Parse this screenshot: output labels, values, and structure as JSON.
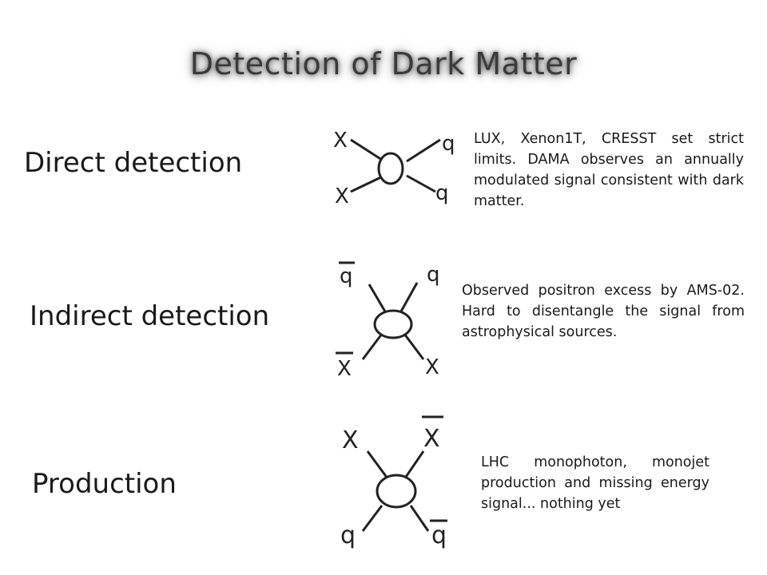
{
  "title": "Detection of Dark Matter",
  "methods": [
    {
      "label": "Direct detection",
      "description": "LUX, Xenon1T, CRESST set strict limits. DAMA observes an annually modulated signal consistent with dark matter.",
      "diagram": {
        "top_left": "X",
        "top_right": "q",
        "bottom_left": "X",
        "bottom_right": "q"
      }
    },
    {
      "label": "Indirect detection",
      "description": "Observed positron excess by AMS-02. Hard to disentangle the signal from astrophysical sources.",
      "diagram": {
        "top_left": "q",
        "top_right": "q",
        "bottom_left": "X",
        "bottom_right": "X"
      }
    },
    {
      "label": "Production",
      "description": "LHC monophoton, monojet production and missing energy signal... nothing yet",
      "diagram": {
        "top_left": "X",
        "top_right": "X",
        "bottom_left": "q",
        "bottom_right": "q"
      }
    }
  ]
}
